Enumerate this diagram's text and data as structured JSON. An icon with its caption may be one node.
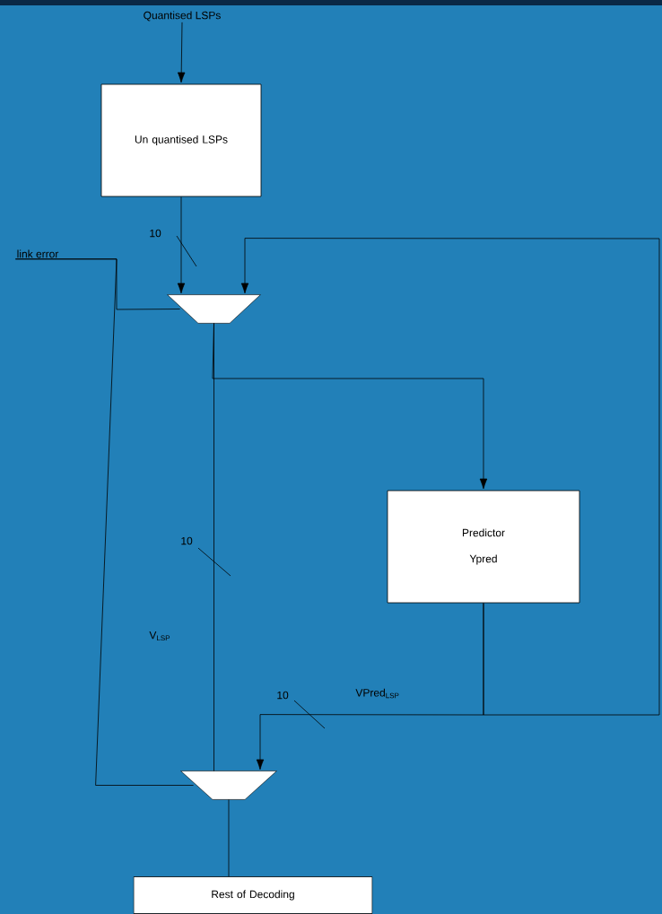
{
  "diagram": {
    "nodes": [
      {
        "text": [
          "Quantised LSPs"
        ]
      },
      {
        "text": [
          "Un quantised LSPs"
        ]
      },
      {
        "text": [],
        "shape": "trapezoid"
      },
      {
        "text": [
          "link error"
        ]
      },
      {
        "text": [
          "Predictor",
          "Ypred"
        ]
      },
      {
        "text": [],
        "shape": "trapezoid"
      },
      {
        "text": [
          "Rest of Decoding"
        ]
      }
    ],
    "edges": [
      {
        "from": 0,
        "to": 1,
        "arrow": "to"
      },
      {
        "from": 1,
        "to": 2,
        "arrow": "to"
      },
      {
        "from": 3,
        "to": 2,
        "arrow": "none"
      },
      {
        "from": 3,
        "to": 5,
        "arrow": "none"
      },
      {
        "from": 2,
        "to": 4,
        "arrow": "to"
      },
      {
        "from": 2,
        "to": 5,
        "arrow": "none"
      },
      {
        "from": 4,
        "to": 2,
        "arrow": "to"
      },
      {
        "from": 4,
        "to": 5,
        "arrow": "to"
      },
      {
        "from": 5,
        "to": 6,
        "arrow": "none"
      }
    ],
    "labels": [
      "10",
      "10",
      "V$_{LSP}$",
      "10",
      "VPred$_{LSP}$"
    ]
  }
}
